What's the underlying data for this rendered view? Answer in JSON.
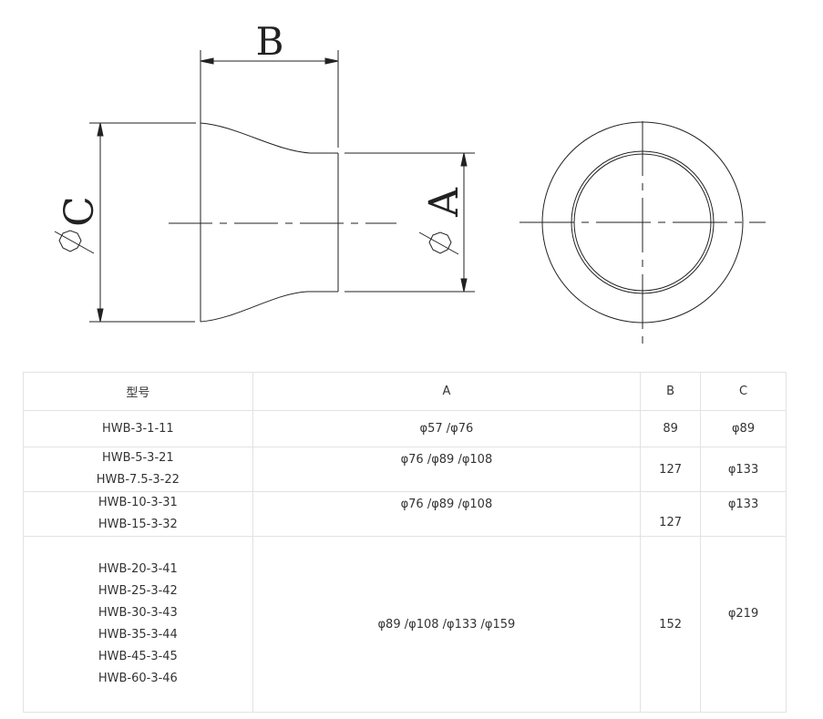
{
  "drawing": {
    "label_b": "B",
    "label_c": "C",
    "label_a": "A"
  },
  "table": {
    "headers": [
      "型号",
      "A",
      "B",
      "C"
    ],
    "rows": [
      {
        "models": [
          "HWB-3-1-11"
        ],
        "a": "φ57  /φ76",
        "b": "89",
        "c": "φ89"
      },
      {
        "models": [
          "HWB-5-3-21",
          "HWB-7.5-3-22"
        ],
        "a": "φ76  /φ89 /φ108",
        "b": "127",
        "c": "φ133"
      },
      {
        "models": [
          "HWB-10-3-31",
          "HWB-15-3-32"
        ],
        "a": "φ76  /φ89 /φ108",
        "b": "127",
        "c": "φ133"
      },
      {
        "models": [
          "HWB-20-3-41",
          "HWB-25-3-42",
          "HWB-30-3-43",
          "HWB-35-3-44",
          "HWB-45-3-45",
          "HWB-60-3-46"
        ],
        "a": "φ89 /φ108 /φ133 /φ159",
        "b": "152",
        "c": "φ219"
      }
    ]
  }
}
